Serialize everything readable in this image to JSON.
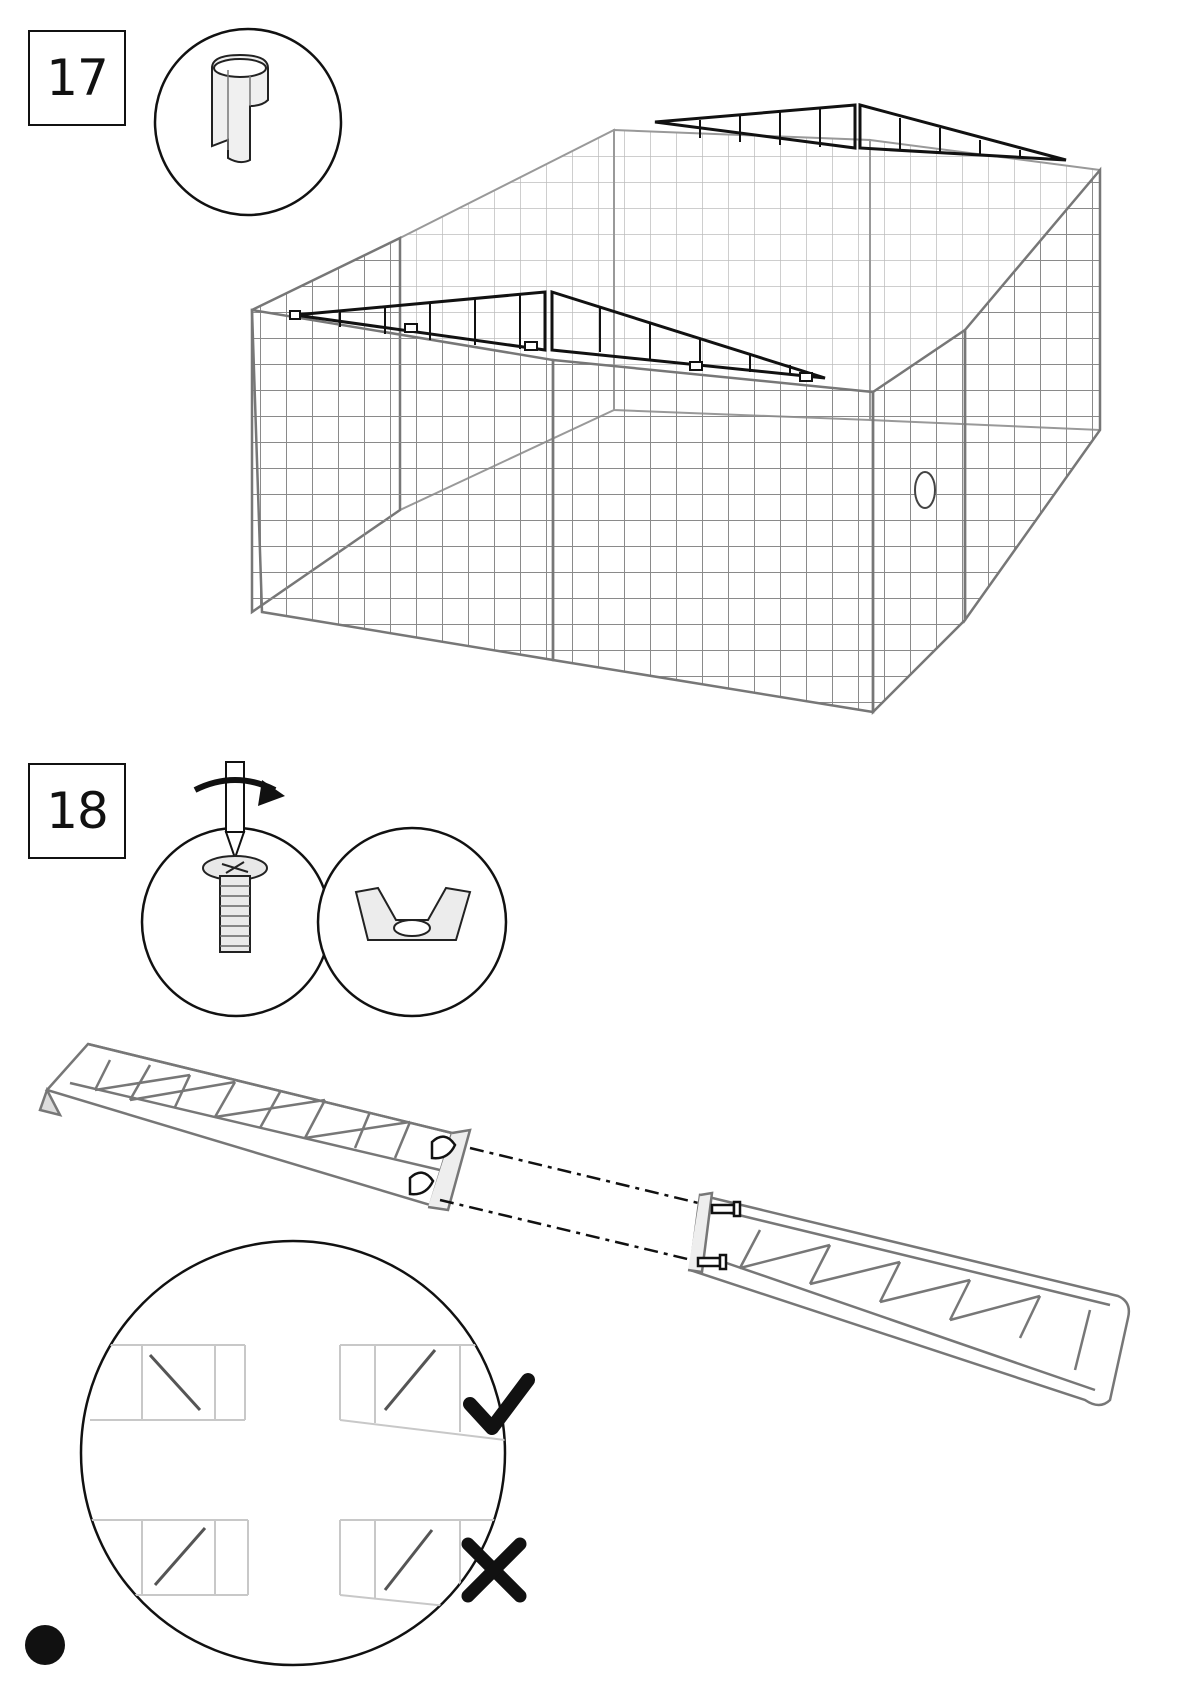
{
  "steps": [
    {
      "number": "17",
      "parts": [
        "clip-connector"
      ],
      "illustration": "wire-panels-enclosure-with-roof-braces"
    },
    {
      "number": "18",
      "parts": [
        "screw",
        "wing-nut"
      ],
      "illustration": "two-roof-braces-joined-with-screws-and-wing-nuts"
    }
  ],
  "detail": {
    "correct_icon": "check-icon",
    "incorrect_icon": "cross-icon"
  },
  "colors": {
    "ink": "#111111",
    "wire": "#8a8a8a",
    "light": "#d6d6d6",
    "paper": "#ffffff"
  }
}
